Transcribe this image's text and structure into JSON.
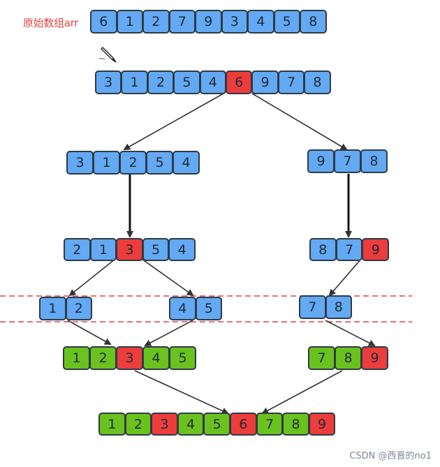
{
  "title_label": "原始数组arr",
  "watermark": "CSDN @西晋的no1",
  "colors": {
    "blue": "#63a9f3",
    "red": "#ec3c3c",
    "green": "#6ac21f",
    "guide": "#d9434e"
  },
  "arrays": [
    {
      "id": "original",
      "cells": [
        {
          "v": "6",
          "c": "blue"
        },
        {
          "v": "1",
          "c": "blue"
        },
        {
          "v": "2",
          "c": "blue"
        },
        {
          "v": "7",
          "c": "blue"
        },
        {
          "v": "9",
          "c": "blue"
        },
        {
          "v": "3",
          "c": "blue"
        },
        {
          "v": "4",
          "c": "blue"
        },
        {
          "v": "5",
          "c": "blue"
        },
        {
          "v": "8",
          "c": "blue"
        }
      ]
    },
    {
      "id": "pivot-row",
      "cells": [
        {
          "v": "3",
          "c": "blue"
        },
        {
          "v": "1",
          "c": "blue"
        },
        {
          "v": "2",
          "c": "blue"
        },
        {
          "v": "5",
          "c": "blue"
        },
        {
          "v": "4",
          "c": "blue"
        },
        {
          "v": "6",
          "c": "red"
        },
        {
          "v": "9",
          "c": "blue"
        },
        {
          "v": "7",
          "c": "blue"
        },
        {
          "v": "8",
          "c": "blue"
        }
      ]
    },
    {
      "id": "left-split",
      "cells": [
        {
          "v": "3",
          "c": "blue"
        },
        {
          "v": "1",
          "c": "blue"
        },
        {
          "v": "2",
          "c": "blue"
        },
        {
          "v": "5",
          "c": "blue"
        },
        {
          "v": "4",
          "c": "blue"
        }
      ]
    },
    {
      "id": "right-split",
      "cells": [
        {
          "v": "9",
          "c": "blue"
        },
        {
          "v": "7",
          "c": "blue"
        },
        {
          "v": "8",
          "c": "blue"
        }
      ]
    },
    {
      "id": "left-pivoted",
      "cells": [
        {
          "v": "2",
          "c": "blue"
        },
        {
          "v": "1",
          "c": "blue"
        },
        {
          "v": "3",
          "c": "red"
        },
        {
          "v": "5",
          "c": "blue"
        },
        {
          "v": "4",
          "c": "blue"
        }
      ]
    },
    {
      "id": "right-pivoted",
      "cells": [
        {
          "v": "8",
          "c": "blue"
        },
        {
          "v": "7",
          "c": "blue"
        },
        {
          "v": "9",
          "c": "red"
        }
      ]
    },
    {
      "id": "sub-a",
      "cells": [
        {
          "v": "1",
          "c": "blue"
        },
        {
          "v": "2",
          "c": "blue"
        }
      ]
    },
    {
      "id": "sub-b",
      "cells": [
        {
          "v": "4",
          "c": "blue"
        },
        {
          "v": "5",
          "c": "blue"
        }
      ]
    },
    {
      "id": "sub-c",
      "cells": [
        {
          "v": "7",
          "c": "blue"
        },
        {
          "v": "8",
          "c": "blue"
        }
      ]
    },
    {
      "id": "left-merged",
      "cells": [
        {
          "v": "1",
          "c": "green"
        },
        {
          "v": "2",
          "c": "green"
        },
        {
          "v": "3",
          "c": "red"
        },
        {
          "v": "4",
          "c": "green"
        },
        {
          "v": "5",
          "c": "green"
        }
      ]
    },
    {
      "id": "right-merged",
      "cells": [
        {
          "v": "7",
          "c": "green"
        },
        {
          "v": "8",
          "c": "green"
        },
        {
          "v": "9",
          "c": "red"
        }
      ]
    },
    {
      "id": "final",
      "cells": [
        {
          "v": "1",
          "c": "green"
        },
        {
          "v": "2",
          "c": "green"
        },
        {
          "v": "3",
          "c": "red"
        },
        {
          "v": "4",
          "c": "green"
        },
        {
          "v": "5",
          "c": "green"
        },
        {
          "v": "6",
          "c": "red"
        },
        {
          "v": "7",
          "c": "green"
        },
        {
          "v": "8",
          "c": "green"
        },
        {
          "v": "9",
          "c": "red"
        }
      ]
    }
  ]
}
